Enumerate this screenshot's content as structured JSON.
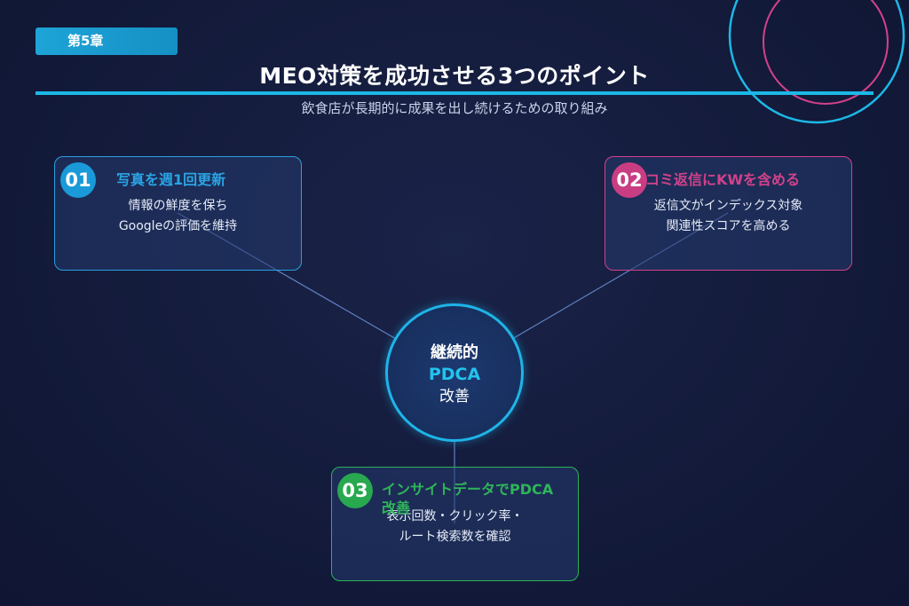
{
  "chapter": "第5章",
  "title": "MEO対策を成功させる3つのポイント",
  "subtitle": "飲食店が長期的に成果を出し続けるための取り組み",
  "hub": {
    "line1": "継続的",
    "line2": "PDCA",
    "line3": "改善"
  },
  "points": [
    {
      "number": "01",
      "title": "写真を週1回更新",
      "body_line1": "情報の鮮度を保ち",
      "body_line2": "Googleの評価を維持",
      "color": "#1a9ad8"
    },
    {
      "number": "02",
      "title": "口コミ返信にKWを含める",
      "body_line1": "返信文がインデックス対象",
      "body_line2": "関連性スコアを高める",
      "color": "#c93d83"
    },
    {
      "number": "03",
      "title": "インサイトデータでPDCA改善",
      "body_line1": "表示回数・クリック率・",
      "body_line2": "ルート検索数を確認",
      "color": "#28a84f"
    }
  ],
  "colors": {
    "background": "#131a3a",
    "accent": "#1cb8e6",
    "ring_outer": "#1cb8e6",
    "ring_inner": "#d4418a"
  }
}
